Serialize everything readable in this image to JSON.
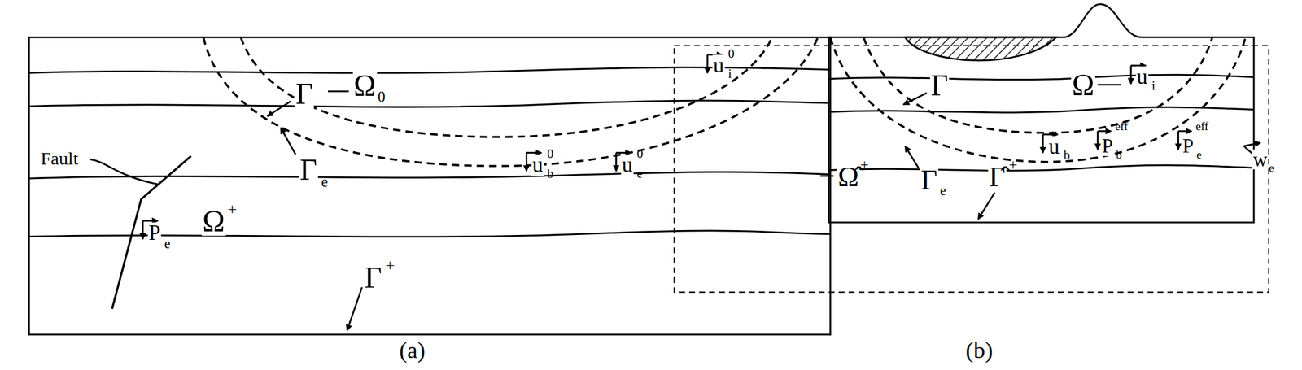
{
  "diagram": {
    "labels": [
      "Γ",
      "Ω",
      "0",
      "u",
      "i",
      "0",
      "Γ",
      "e",
      "u",
      "b",
      "0",
      "u",
      "e",
      "0",
      "Fault",
      "P",
      "e",
      "Ω",
      "+",
      "Γ",
      "+",
      "(a)",
      "Γ",
      "Ω",
      "u",
      "i",
      "u",
      "b",
      "P",
      "b",
      "eff",
      "P",
      "e",
      "eff",
      "w",
      "e",
      "Ω̂",
      "+",
      "Γ",
      "e",
      "Γ̂",
      "+",
      "(b)"
    ]
  }
}
